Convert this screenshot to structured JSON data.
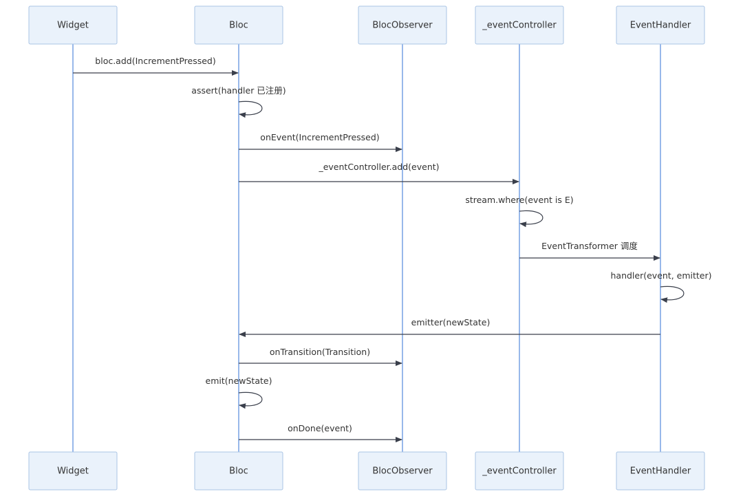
{
  "diagram": {
    "participants": [
      {
        "id": "widget",
        "label": "Widget"
      },
      {
        "id": "bloc",
        "label": "Bloc"
      },
      {
        "id": "observer",
        "label": "BlocObserver"
      },
      {
        "id": "controller",
        "label": "_eventController"
      },
      {
        "id": "handler",
        "label": "EventHandler"
      }
    ],
    "messages": [
      {
        "from": "widget",
        "to": "bloc",
        "label": "bloc.add(IncrementPressed)"
      },
      {
        "from": "bloc",
        "to": "bloc",
        "label": "assert(handler 已注册)"
      },
      {
        "from": "bloc",
        "to": "observer",
        "label": "onEvent(IncrementPressed)"
      },
      {
        "from": "bloc",
        "to": "controller",
        "label": "_eventController.add(event)"
      },
      {
        "from": "controller",
        "to": "controller",
        "label": "stream.where(event is E)"
      },
      {
        "from": "controller",
        "to": "handler",
        "label": "EventTransformer 调度"
      },
      {
        "from": "handler",
        "to": "handler",
        "label": "handler(event, emitter)"
      },
      {
        "from": "handler",
        "to": "bloc",
        "label": "emitter(newState)"
      },
      {
        "from": "bloc",
        "to": "observer",
        "label": "onTransition(Transition)"
      },
      {
        "from": "bloc",
        "to": "bloc",
        "label": "emit(newState)"
      },
      {
        "from": "bloc",
        "to": "observer",
        "label": "onDone(event)"
      }
    ]
  }
}
